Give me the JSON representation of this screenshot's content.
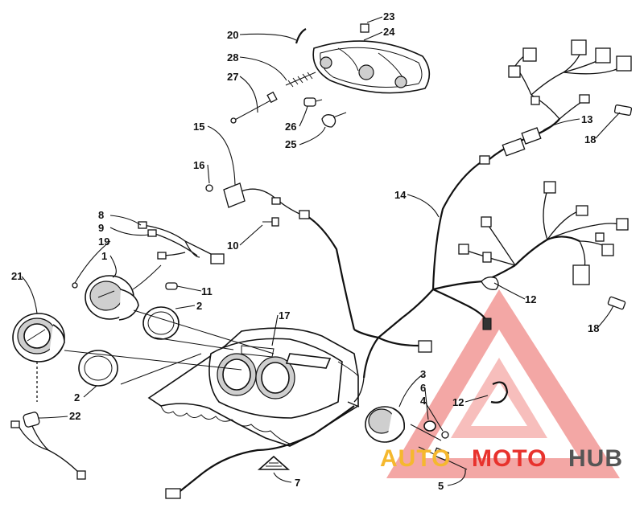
{
  "callouts": [
    {
      "id": "c1",
      "label": "1"
    },
    {
      "id": "c2a",
      "label": "2"
    },
    {
      "id": "c2b",
      "label": "2"
    },
    {
      "id": "c3",
      "label": "3"
    },
    {
      "id": "c4",
      "label": "4"
    },
    {
      "id": "c5",
      "label": "5"
    },
    {
      "id": "c6",
      "label": "6"
    },
    {
      "id": "c7",
      "label": "7"
    },
    {
      "id": "c8",
      "label": "8"
    },
    {
      "id": "c9",
      "label": "9"
    },
    {
      "id": "c10",
      "label": "10"
    },
    {
      "id": "c11",
      "label": "11"
    },
    {
      "id": "c12a",
      "label": "12"
    },
    {
      "id": "c12b",
      "label": "12"
    },
    {
      "id": "c13",
      "label": "13"
    },
    {
      "id": "c14",
      "label": "14"
    },
    {
      "id": "c15",
      "label": "15"
    },
    {
      "id": "c16",
      "label": "16"
    },
    {
      "id": "c17",
      "label": "17"
    },
    {
      "id": "c18a",
      "label": "18"
    },
    {
      "id": "c18b",
      "label": "18"
    },
    {
      "id": "c19",
      "label": "19"
    },
    {
      "id": "c20",
      "label": "20"
    },
    {
      "id": "c21",
      "label": "21"
    },
    {
      "id": "c22",
      "label": "22"
    },
    {
      "id": "c23",
      "label": "23"
    },
    {
      "id": "c24",
      "label": "24"
    },
    {
      "id": "c25",
      "label": "25"
    },
    {
      "id": "c26",
      "label": "26"
    },
    {
      "id": "c27",
      "label": "27"
    },
    {
      "id": "c28",
      "label": "28"
    }
  ],
  "watermark": {
    "part1": "AUTO",
    "part2": "MOTO",
    "part3": "HUB",
    "color_primary": "#e8322d",
    "color_secondary": "#f5b82e",
    "color_tertiary": "#555555"
  }
}
